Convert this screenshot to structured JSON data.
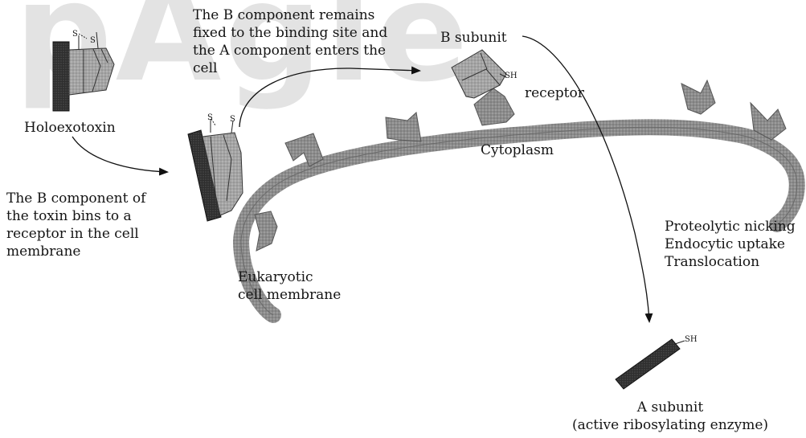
{
  "watermark": "pAgle",
  "labels": {
    "holoexotoxin": "Holoexotoxin",
    "b_binding": "The B component of\nthe toxin bins to a\nreceptor in the cell\nmembrane",
    "b_remains": "The B component remains\nfixed to the binding site and\nthe A component enters the\ncell",
    "b_subunit": "B subunit",
    "receptor": "receptor",
    "cytoplasm": "Cytoplasm",
    "membrane": "Eukaryotic\ncell membrane",
    "process": "Proteolytic nicking\nEndocytic uptake\nTranslocation",
    "a_subunit": "A subunit\n(active ribosylating enzyme)",
    "s1": "S",
    "s2": "S",
    "s3": "S",
    "s4": "S",
    "sh_b": "SH",
    "sh_a": "SH"
  },
  "colors": {
    "membrane": "#8a8a8a",
    "a_block": "#3a3a3a",
    "b_block": "#9a9a9a",
    "text": "#141414"
  }
}
